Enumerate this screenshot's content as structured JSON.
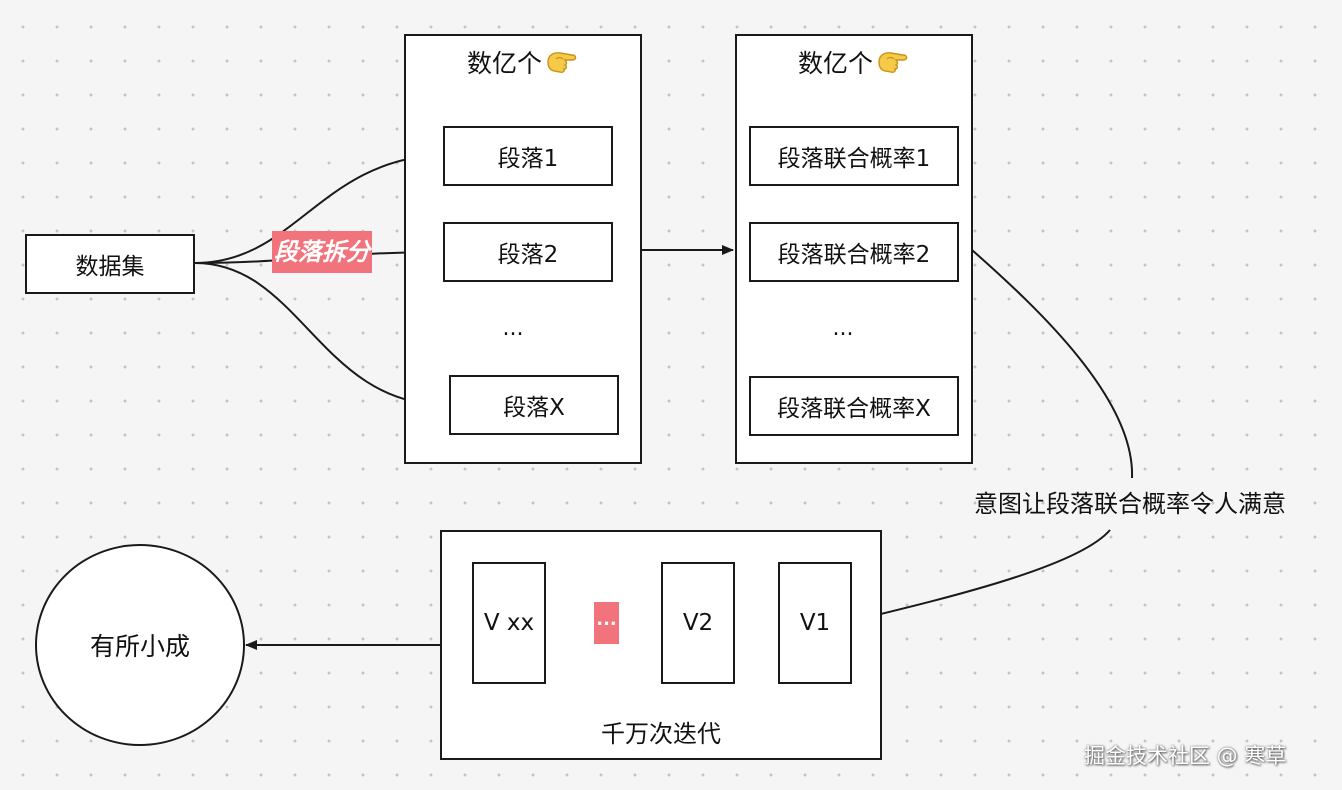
{
  "nodes": {
    "dataset": "数据集",
    "split_tag": "段落拆分",
    "group1_title": "数亿个",
    "para1": "段落1",
    "para2": "段落2",
    "para_ellipsis": "...",
    "paraX": "段落X",
    "group2_title": "数亿个",
    "prob1": "段落联合概率1",
    "prob2": "段落联合概率2",
    "prob_ellipsis": "...",
    "probX": "段落联合概率X",
    "intent": "意图让段落联合概率令人满意",
    "v1": "V1",
    "v2": "V2",
    "v_dots": "...",
    "vxx": "V xx",
    "iterations": "千万次迭代",
    "result": "有所小成"
  },
  "icons": {
    "title_emoji": "pinching-hand-icon"
  },
  "colors": {
    "highlight": "#f1747d",
    "stroke": "#1a1a1a"
  },
  "watermark": "掘金技术社区 @ 寒草"
}
